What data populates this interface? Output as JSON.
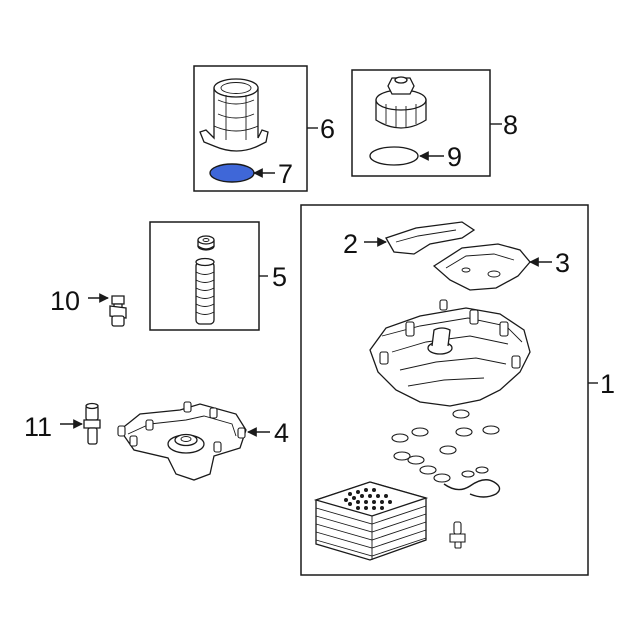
{
  "callouts": {
    "c1": "1",
    "c2": "2",
    "c3": "3",
    "c4": "4",
    "c5": "5",
    "c6": "6",
    "c7": "7",
    "c8": "8",
    "c9": "9",
    "c10": "10",
    "c11": "11"
  },
  "colors": {
    "highlight": "#3f67d8",
    "line": "#1a1a1a",
    "background": "#ffffff"
  },
  "highlighted_part": "7"
}
